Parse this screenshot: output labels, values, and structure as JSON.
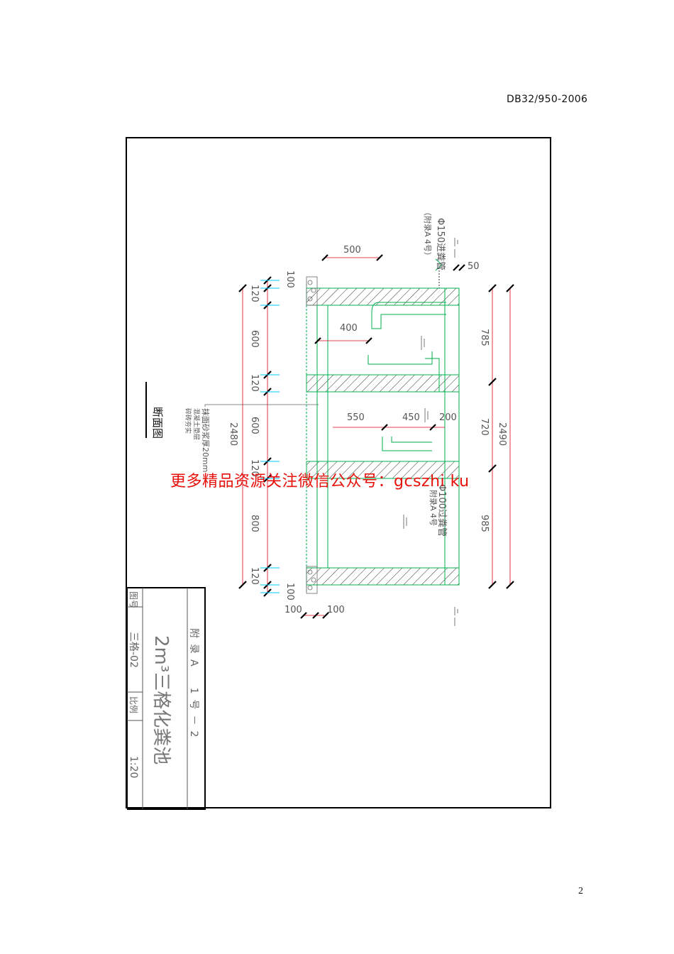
{
  "header": {
    "doc_code": "DB32/950-2006"
  },
  "footer": {
    "page_number": "2"
  },
  "drawing": {
    "section_title": "断面图",
    "title_block": {
      "drawing_no_label": "图号",
      "drawing_no": "三格-02",
      "appendix_label": "附录A　1号－2",
      "title": "2m³三格化粪池",
      "scale_label": "比例",
      "scale": "1:20"
    },
    "notes": [
      "抹面砂浆厚20mm",
      "混凝土垫层",
      "碎砖夯实"
    ],
    "pipe_labels": {
      "inlet": "Φ150进粪管",
      "inlet_ref": "（附录A 4号）",
      "outlet": "Φ100过粪管",
      "outlet_ref": "附录A 4号"
    },
    "dimensions": {
      "top": [
        "500",
        "50"
      ],
      "left": [
        "100",
        "120",
        "600",
        "120",
        "600",
        "120",
        "800",
        "120",
        "100"
      ],
      "left_total": "2480",
      "right": [
        "785",
        "720",
        "985"
      ],
      "right_total": "2490",
      "interior": [
        "400",
        "550",
        "450",
        "200"
      ],
      "bottom": [
        "100",
        "100"
      ]
    }
  },
  "watermark": {
    "text": "更多精品资源关注微信公众号：gcszhi ku"
  },
  "colors": {
    "wall": "#00b050",
    "dimension": "#e0001b",
    "tick": "#00c8ff",
    "watermark": "#e8100b"
  }
}
